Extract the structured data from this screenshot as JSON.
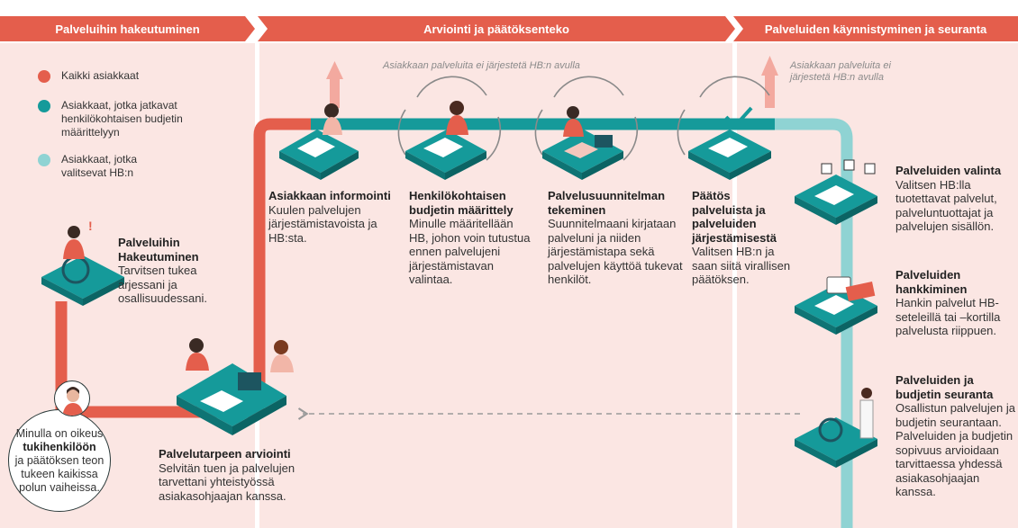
{
  "phases": [
    {
      "label": "Palveluihin hakeutuminen"
    },
    {
      "label": "Arviointi ja päätöksenteko"
    },
    {
      "label": "Palveluiden käynnistyminen ja seuranta"
    }
  ],
  "legend": [
    {
      "label": "Kaikki asiakkaat",
      "color": "#e45e4c"
    },
    {
      "label": "Asiakkaat, jotka jatkavat henkilökohtaisen budjetin määrittelyyn",
      "color": "#159a9a"
    },
    {
      "label": "Asiakkaat, jotka valitsevat HB:n",
      "color": "#8fd3d3"
    }
  ],
  "colors": {
    "red": "#e45e4c",
    "teal": "#159a9a",
    "light_teal": "#8fd3d3",
    "dark": "#2b4b4f"
  },
  "notes": {
    "middle": "Asiakkaan palveluita ei järjestetä HB:n avulla",
    "right": "Asiakkaan palveluita ei järjestetä HB:n avulla"
  },
  "steps": {
    "hakeutuminen": {
      "title": "Palveluihin Hakeutuminen",
      "text": "Tarvitsen tukea arjessani ja osallisuudessani."
    },
    "arviointi": {
      "title": "Palvelutarpeen arviointi",
      "text": "Selvitän tuen ja palvelujen tarvettani yhteistyössä asiakasohjaajan kanssa."
    },
    "informointi": {
      "title": "Asiakkaan informointi",
      "text": "Kuulen palvelujen järjestämistavoista ja HB:sta."
    },
    "budjetti": {
      "title": "Henkilökohtaisen budjetin määrittely",
      "text": "Minulle määritellään HB, johon voin tutustua ennen palvelujeni järjestämistavan valintaa."
    },
    "suunnitelma": {
      "title": "Palvelusuunnitelman tekeminen",
      "text": "Suunnitelmaani kirjataan palveluni ja niiden järjestämistapa sekä palvelujen käyttöä tukevat henkilöt."
    },
    "paatos": {
      "title": "Päätös palveluista ja palveluiden järjestämisestä",
      "text": "Valitsen HB:n ja saan siitä virallisen päätöksen."
    },
    "valinta": {
      "title": "Palveluiden valinta",
      "text": "Valitsen HB:lla tuotettavat palvelut, palveluntuottajat ja palvelujen sisällön."
    },
    "hankkiminen": {
      "title": "Palveluiden hankkiminen",
      "text": "Hankin palvelut HB-seteleillä tai –kortilla palvelusta riippuen."
    },
    "seuranta": {
      "title": "Palveluiden ja budjetin seuranta",
      "text": "Osallistun palvelujen ja budjetin seurantaan. Palveluiden ja budjetin sopivuus arvioidaan tarvittaessa yhdessä asiakasohjaajan kanssa."
    }
  },
  "rights": {
    "pre": "Minulla on oikeus",
    "bold": "tukihenkilöön",
    "post": "ja päätöksen teon tukeen kaikissa polun vaiheissa."
  }
}
